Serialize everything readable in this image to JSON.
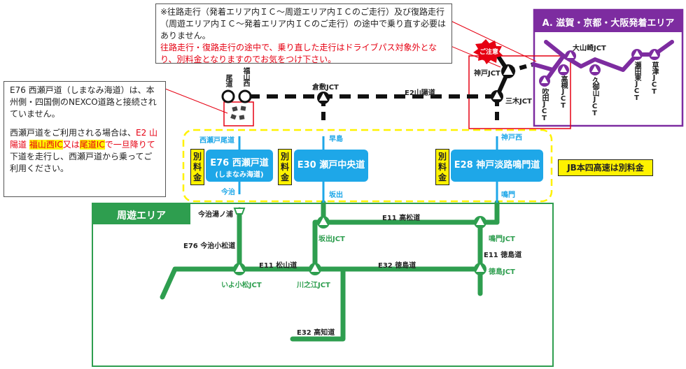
{
  "notes": {
    "top_black": "※往路走行（発着エリア内ＩＣ～周遊エリア内ＩＣのご走行）及び復路走行（周遊エリア内ＩＣ～発着エリア内ＩＣのご走行）の途中で乗り直す必要はありません。",
    "top_red": "往路走行・復路走行の途中で、乗り直した走行はドライブパス対象外となり、別料金となりますのでお気をつけ下さい。",
    "left_line1": "E76 西瀬戸道（しまなみ海道）は、本州側・四国側のNEXCO道路と接続されていません。",
    "left_pre": "西瀬戸道をご利用される場合は、",
    "left_red1": "E2 山陽道",
    "left_hl1": "福山西IC",
    "left_red2": "又は",
    "left_hl2": "尾道IC",
    "left_red3": "で一旦降りて",
    "left_post": "下道を走行し、西瀬戸道から乗ってご利用ください。"
  },
  "zones": {
    "departure": "A. 滋賀・京都・大阪発着エリア",
    "circuit": "周遊エリア"
  },
  "caution": "ご注意",
  "honshi": {
    "badge": "JB本四高速は別料金",
    "fee_label": "別料金",
    "roads": [
      {
        "name": "E76 西瀬戸道",
        "sub": "(しまなみ海道)"
      },
      {
        "name": "E30 瀬戸中央道"
      },
      {
        "name": "E28 神戸淡路鳴門道"
      }
    ]
  },
  "labels": {
    "onomichi": "尾道",
    "fukuyama_nishi": "福山西",
    "kurashiki": "倉敷JCT",
    "sanyo": "E2山陽道",
    "kobe": "神戸JCT",
    "miki": "三木JCT",
    "oyamazaki": "大山崎JCT",
    "suita": "吹田JCT",
    "takatsuki": "高槻JCT",
    "kumiyama": "久御山JCT",
    "seta_higashi": "瀬田東JCT",
    "kusatsu": "草津JCT",
    "nishiseto_onomichi": "西瀬戸尾道",
    "hayashima": "早島",
    "kobe_awaji": "神戸西",
    "imabari": "今治",
    "sakaide": "坂出",
    "naruto": "鳴門",
    "imabari_yunoura": "今治湯ノ浦",
    "e76_imabari_komatsu": "E76 今治小松道",
    "e11_takamatsu": "E11 高松道",
    "sakaide_jct": "坂出JCT",
    "naruto_jct": "鳴門JCT",
    "e11_tokushima": "E11 徳島道",
    "e11_matsuyama": "E11 松山道",
    "e32_tokushima": "E32 徳島道",
    "iyo_komatsu_jct": "いよ小松JCT",
    "kawanoe_jct": "川之江JCT",
    "tokushima_jct": "徳島JCT",
    "e32_kochi": "E32 高知道"
  },
  "colors": {
    "circuit_green": "#2e9e4f",
    "departure_purple": "#7d2ca0",
    "honshi_blue": "#1ea7e8",
    "badge_yellow": "#fff200",
    "alert_red": "#e60012"
  }
}
